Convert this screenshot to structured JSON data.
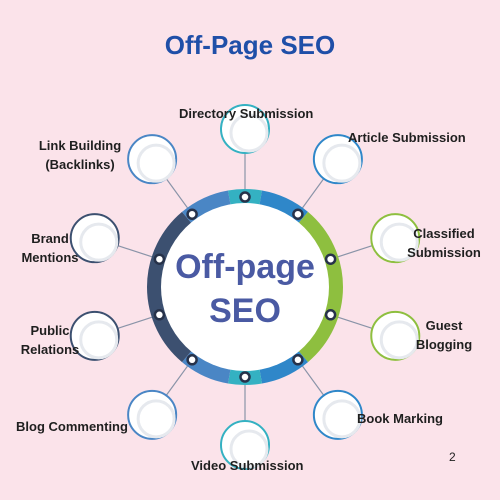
{
  "title": "Off-Page SEO",
  "center": {
    "line1": "Off-page",
    "line2": "SEO"
  },
  "page_number": "2",
  "items": [
    {
      "label": "Directory Submission",
      "color": "#34b1c2"
    },
    {
      "label": "Article Submission",
      "color": "#2f87c9"
    },
    {
      "label": "Classified\nSubmission",
      "color": "#8ebf3f"
    },
    {
      "label": "Guest\nBlogging",
      "color": "#8ebf3f"
    },
    {
      "label": "Book Marking",
      "color": "#2f87c9"
    },
    {
      "label": "Video Submission",
      "color": "#34b1c2"
    },
    {
      "label": "Blog Commenting",
      "color": "#4a86c5"
    },
    {
      "label": "Public\nRelations",
      "color": "#3c5070"
    },
    {
      "label": "Brand\nMentions",
      "color": "#3c5070"
    },
    {
      "label": "Link Building\n(Backlinks)",
      "color": "#4a86c5"
    }
  ]
}
